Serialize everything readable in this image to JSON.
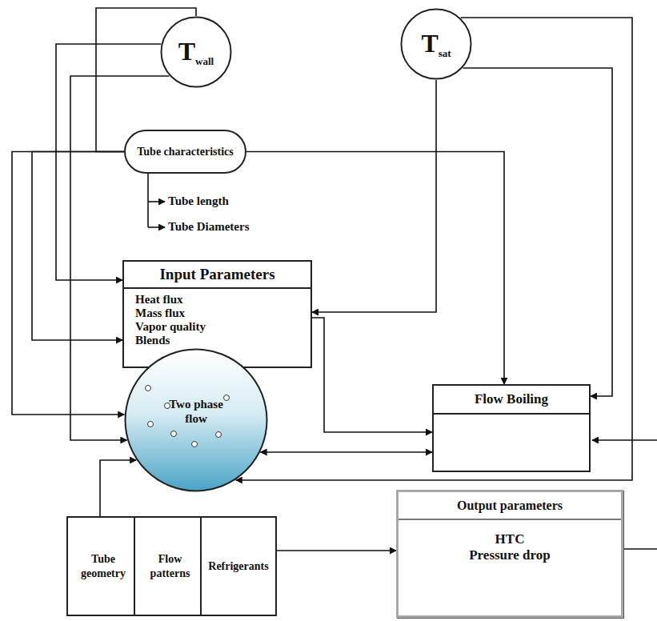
{
  "diagram": {
    "nodes": [
      {
        "text": [
          "T",
          "wall"
        ]
      },
      {
        "text": [
          "T",
          "sat"
        ]
      },
      {
        "text": [
          "Tube characteristics"
        ]
      },
      {
        "text": [
          "Input Parameters",
          "Heat flux",
          "Mass flux",
          "Vapor quality",
          "Blends"
        ]
      },
      {
        "text": [
          "Flow Boiling"
        ]
      },
      {
        "text": [
          "Two phase flow"
        ]
      },
      {
        "text": [
          "Tube geometry"
        ]
      },
      {
        "text": [
          "Flow patterns"
        ]
      },
      {
        "text": [
          "Refrigerants"
        ]
      },
      {
        "text": [
          "Output parameters",
          "HTC",
          "Pressure drop"
        ]
      }
    ],
    "edges": [
      {
        "from": 2,
        "to": 0,
        "arrow": "none"
      },
      {
        "from": 0,
        "to": 3,
        "arrow": "to"
      },
      {
        "from": 0,
        "to": 5,
        "arrow": "to"
      },
      {
        "from": 2,
        "to": 5,
        "arrow": "to"
      },
      {
        "from": 2,
        "to": 3,
        "arrow": "to"
      },
      {
        "from": 2,
        "to": 4,
        "arrow": "to"
      },
      {
        "from": 1,
        "to": 3,
        "arrow": "to"
      },
      {
        "from": 1,
        "to": 4,
        "arrow": "to"
      },
      {
        "from": 1,
        "to": 5,
        "arrow": "to"
      },
      {
        "from": 3,
        "to": 4,
        "arrow": "to"
      },
      {
        "from": 5,
        "to": 4,
        "arrow": "both"
      },
      {
        "from": 6,
        "to": 5,
        "arrow": "to"
      },
      {
        "from": 8,
        "to": 9,
        "arrow": "to"
      }
    ],
    "labels": [
      "Tube length",
      "Tube Diameters"
    ]
  }
}
